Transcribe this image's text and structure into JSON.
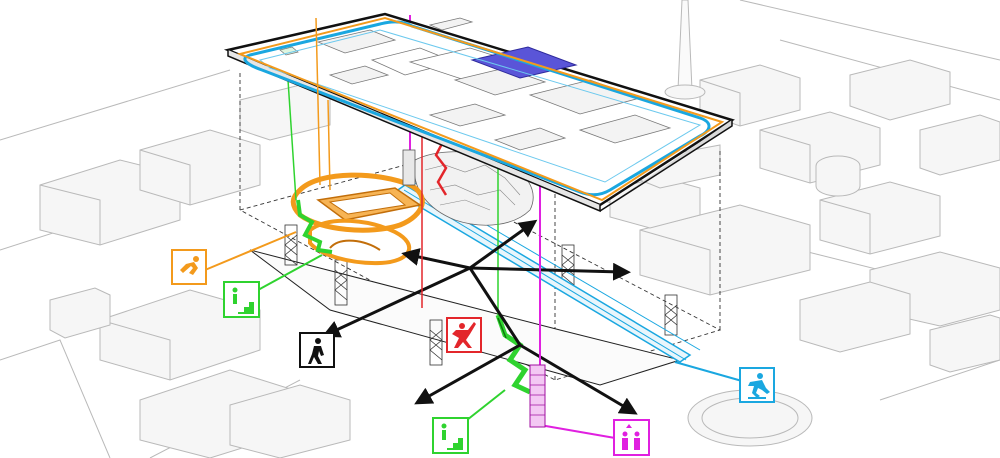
{
  "colors": {
    "background": "#ffffff",
    "context_stroke": "#b9b9b9",
    "context_fill": "#f6f6f6",
    "roof_fill": "#fafafa",
    "roof_stroke": "#111111",
    "skate_track": "#1aa7e0",
    "running_track": "#f39a1c",
    "stairs_green": "#2fd32f",
    "climbing_red": "#e3262b",
    "elevator_magenta": "#e020e0",
    "pedestrian_black": "#111111",
    "court_blue": "#5a55d8"
  },
  "legend": [
    {
      "id": "running",
      "icon": "runner-icon",
      "color": "#f39a1c"
    },
    {
      "id": "stairs-left",
      "icon": "stairs-icon",
      "color": "#2fd32f"
    },
    {
      "id": "pedestrian",
      "icon": "pedestrian-icon",
      "color": "#111111"
    },
    {
      "id": "climbing",
      "icon": "climber-icon",
      "color": "#e3262b"
    },
    {
      "id": "stairs-bottom",
      "icon": "stairs-icon",
      "color": "#2fd32f"
    },
    {
      "id": "elevator",
      "icon": "elevator-icon",
      "color": "#e020e0"
    },
    {
      "id": "skating",
      "icon": "skater-icon",
      "color": "#1aa7e0"
    }
  ]
}
